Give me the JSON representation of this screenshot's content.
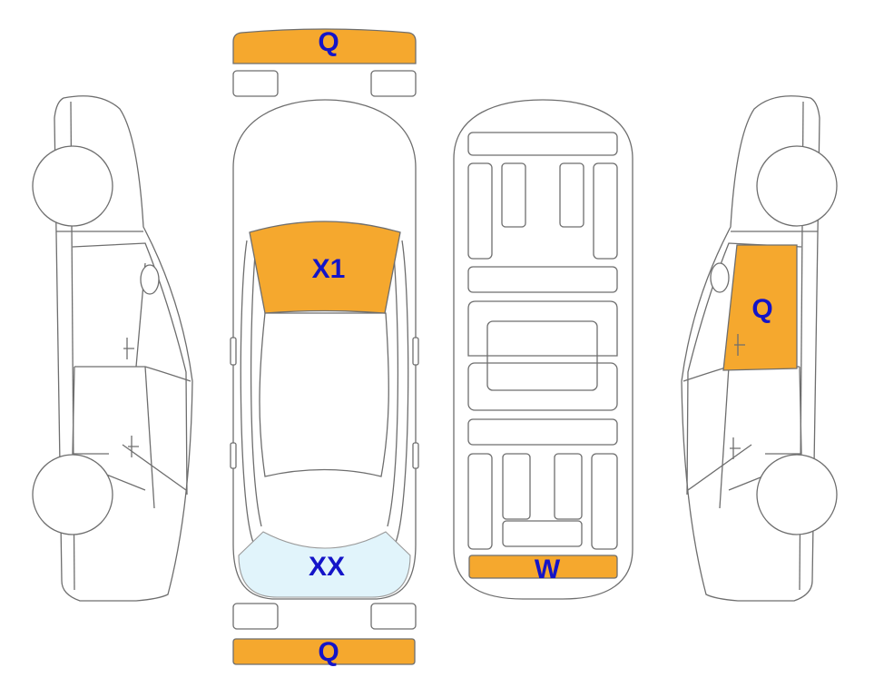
{
  "colors": {
    "damage_fill": "#F5A82E",
    "light_blue_fill": "#E1F4FB",
    "label": "#1414C8",
    "outline": "#6E6E6E"
  },
  "labels": {
    "front_bumper": "Q",
    "windshield": "X1",
    "rear_window": "XX",
    "underbody_rear": "W",
    "right_door": "Q",
    "rear_bumper": "Q"
  }
}
